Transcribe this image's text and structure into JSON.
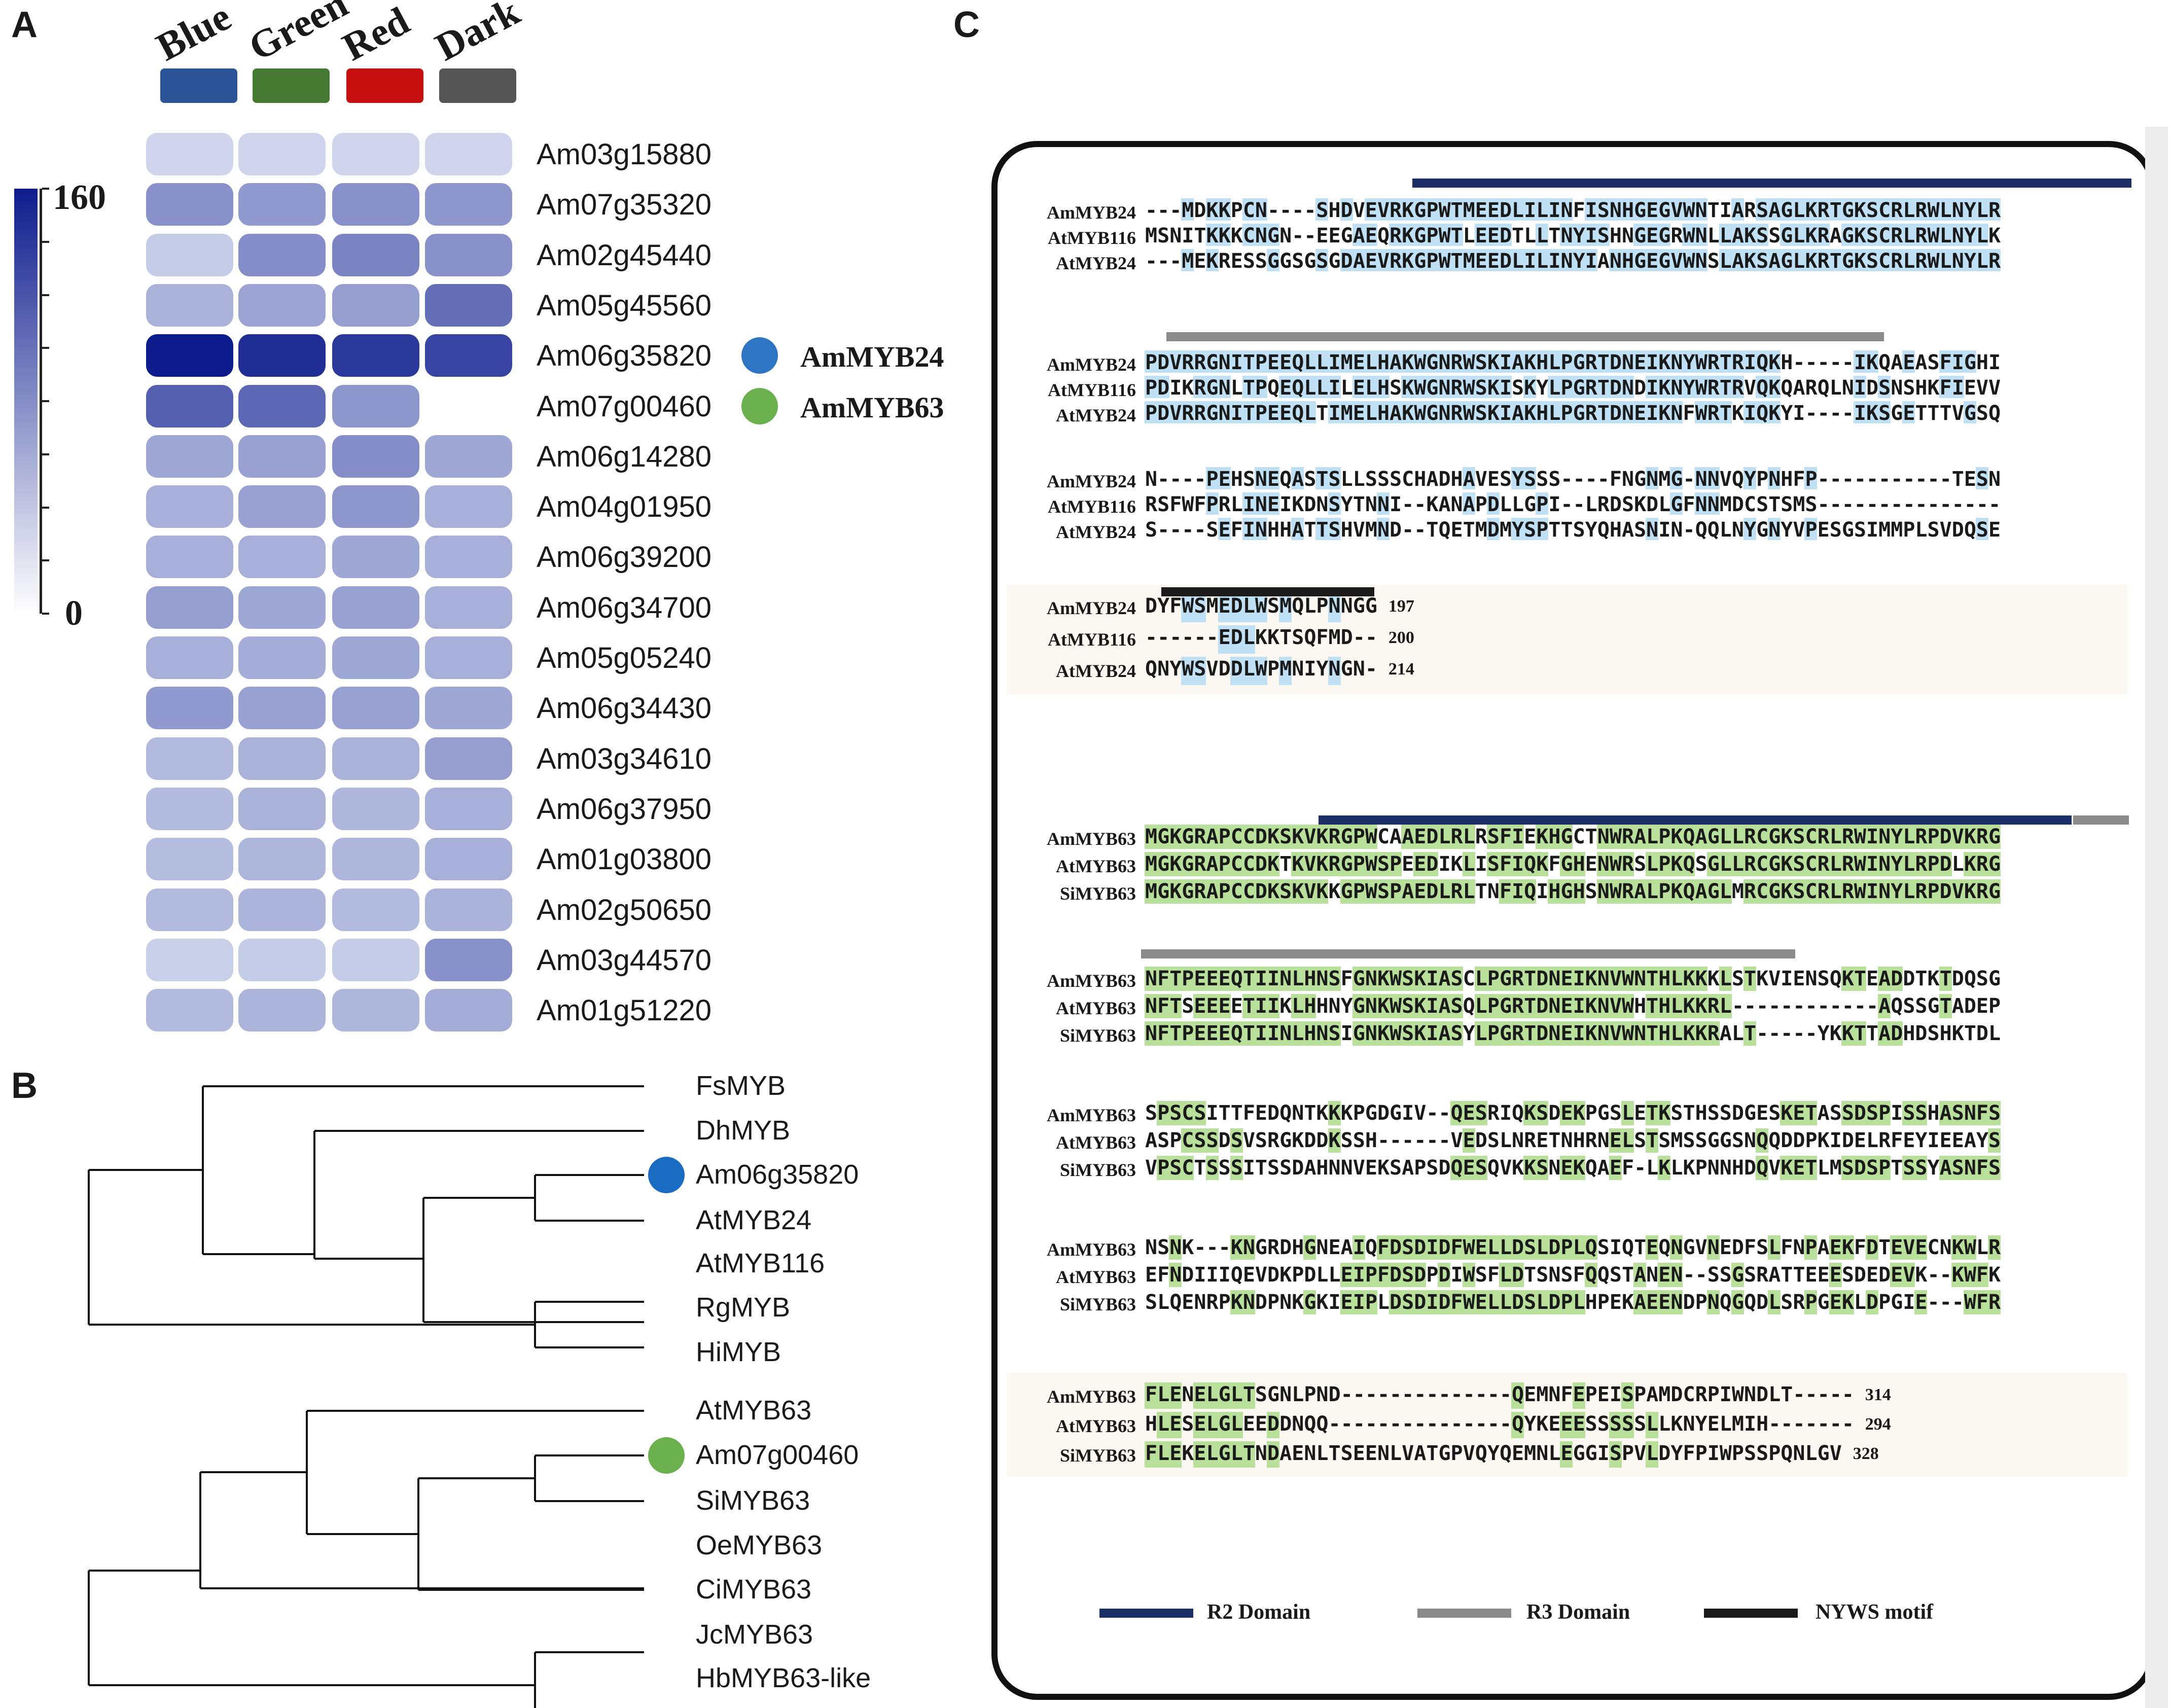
{
  "panels": {
    "a": "A",
    "b": "B",
    "c": "C"
  },
  "heatmap": {
    "conditions": [
      {
        "label": "Blue",
        "color": "#2c5597"
      },
      {
        "label": "Green",
        "color": "#467a32"
      },
      {
        "label": "Red",
        "color": "#c80f0f"
      },
      {
        "label": "Dark",
        "color": "#555555"
      }
    ],
    "scale": {
      "max": "160",
      "min": "0",
      "max_value": 160,
      "min_value": 0,
      "high_color": "#0d1c8c",
      "low_color": "#ffffff"
    },
    "genes": [
      {
        "name": "Am03g15880",
        "values": [
          14,
          14,
          14,
          14
        ]
      },
      {
        "name": "Am07g35320",
        "values": [
          62,
          55,
          62,
          58
        ]
      },
      {
        "name": "Am02g45440",
        "values": [
          20,
          65,
          72,
          62
        ]
      },
      {
        "name": "Am05g45560",
        "values": [
          38,
          48,
          52,
          90
        ]
      },
      {
        "name": "Am06g35820",
        "values": [
          160,
          145,
          135,
          125
        ],
        "marker": "AmMYB24",
        "marker_color": "#2e75c4"
      },
      {
        "name": "Am07g00460",
        "values": [
          102,
          95,
          58,
          0
        ],
        "marker": "AmMYB63",
        "marker_color": "#6ab04c"
      },
      {
        "name": "Am06g14280",
        "values": [
          45,
          50,
          65,
          45
        ]
      },
      {
        "name": "Am04g01950",
        "values": [
          40,
          50,
          58,
          40
        ]
      },
      {
        "name": "Am06g39200",
        "values": [
          40,
          40,
          45,
          40
        ]
      },
      {
        "name": "Am06g34700",
        "values": [
          52,
          45,
          50,
          40
        ]
      },
      {
        "name": "Am05g05240",
        "values": [
          40,
          42,
          45,
          40
        ]
      },
      {
        "name": "Am06g34430",
        "values": [
          55,
          50,
          50,
          45
        ]
      },
      {
        "name": "Am03g34610",
        "values": [
          32,
          38,
          38,
          52
        ]
      },
      {
        "name": "Am06g37950",
        "values": [
          32,
          38,
          34,
          40
        ]
      },
      {
        "name": "Am01g03800",
        "values": [
          30,
          35,
          34,
          40
        ]
      },
      {
        "name": "Am02g50650",
        "values": [
          32,
          36,
          32,
          38
        ]
      },
      {
        "name": "Am03g44570",
        "values": [
          18,
          20,
          20,
          62
        ]
      },
      {
        "name": "Am01g51220",
        "values": [
          32,
          36,
          34,
          42
        ]
      }
    ]
  },
  "tree": {
    "leaves": [
      {
        "label": "FsMYB"
      },
      {
        "label": "DhMYB"
      },
      {
        "label": "Am06g35820",
        "marker_color": "#1a6bc2"
      },
      {
        "label": "AtMYB24"
      },
      {
        "label": "AtMYB116"
      },
      {
        "label": "RgMYB"
      },
      {
        "label": "HiMYB"
      },
      {
        "label": "AtMYB63"
      },
      {
        "label": "Am07g00460",
        "marker_color": "#6ab04c"
      },
      {
        "label": "SiMYB63"
      },
      {
        "label": "OeMYB63"
      },
      {
        "label": "CiMYB63"
      },
      {
        "label": "JcMYB63"
      },
      {
        "label": "HbMYB63-like"
      }
    ]
  },
  "alignment": {
    "blocks": [
      {
        "rows": [
          {
            "name": "AmMYB24",
            "seq": "---MDKKPCN----SHDVEVRKGPWTMEEDLILINFISNHGEGVWNTIARSAGLKRTGKSCRLRWLNYLR"
          },
          {
            "name": "AtMYB116",
            "seq": "MSNITKKKCNGN--EEGAEQRKGPWTLEEDTLLTNYISHNGEGRWNLLAKSSGLKRAGKSCRLRWLNYLK"
          },
          {
            "name": "AtMYB24",
            "seq": "---MEKRESSGGSGSGDAEVRKGPWTMEEDLILINYIANHGEGVWNSLAKSAGLKRTGKSCRLRWLNYLR"
          }
        ]
      },
      {
        "rows": [
          {
            "name": "AmMYB24",
            "seq": "PDVRRGNITPEEQLLIMELHAKWGNRWSKIAKHLPGRTDNEIKNYWRTRIQKH-----IKQAEASFIGHI"
          },
          {
            "name": "AtMYB116",
            "seq": "PDIKRGNLTPQEQLLILELHSKWGNRWSKISKYLPGRTDNDIKNYWRTRVQKQARQLNIDSNSHKFIEVV"
          },
          {
            "name": "AtMYB24",
            "seq": "PDVRRGNITPEEQLTIMELHAKWGNRWSKIAKHLPGRTDNEIKNFWRTKIQKYI----IKSGETTTVGSQ"
          }
        ]
      },
      {
        "rows": [
          {
            "name": "AmMYB24",
            "seq": "N----PEHSNEQASTSLLSSSCHADHAVESYSSS----FNGNMG-NNVQYPNHFP-----------TESN"
          },
          {
            "name": "AtMYB116",
            "seq": "RSFWFPRLINEIKDNSYTNNI--KANAPDLLGPI--LRDSKDLGFNNMDCSTSMS---------------"
          },
          {
            "name": "AtMYB24",
            "seq": "S----SEFINHHATTSHVMND--TQETMDMYSPTTSYQHASNIN-QQLNYGNYVPESGSIMMPLSVDQSE"
          }
        ]
      },
      {
        "rows": [
          {
            "name": "AmMYB24",
            "seq": "DYFWSMEDLWSMQLPNNGG",
            "end": "197"
          },
          {
            "name": "AtMYB116",
            "seq": "------EDLKKTSQFMD--",
            "end": "200"
          },
          {
            "name": "AtMYB24",
            "seq": "QNYWSVDDLWPMNIYNGN-",
            "end": "214"
          }
        ]
      },
      {
        "rows": [
          {
            "name": "AmMYB63",
            "seq": "MGKGRAPCCDKSKVKRGPWCAAEDLRLRSFIEKHGCTNWRALPKQAGLLRCGKSCRLRWINYLRPDVKRG"
          },
          {
            "name": "AtMYB63",
            "seq": "MGKGRAPCCDKTKVKRGPWSPEEDIKLISFIQKFGHENWRSLPKQSGLLRCGKSCRLRWINYLRPDLKRG"
          },
          {
            "name": "SiMYB63",
            "seq": "MGKGRAPCCDKSKVKKGPWSPAEDLRLTNFIQIHGHSNWRALPKQAGLMRCGKSCRLRWINYLRPDVKRG"
          }
        ]
      },
      {
        "rows": [
          {
            "name": "AmMYB63",
            "seq": "NFTPEEEQTIINLHNSFGNKWSKIASCLPGRTDNEIKNVWNTHLKKKLSTKVIENSQKTEADDTKTDQSG"
          },
          {
            "name": "AtMYB63",
            "seq": "NFTSEEEETIIKLHHNYGNKWSKIASQLPGRTDNEIKNVWHTHLKKRL------------AQSSGTADEP"
          },
          {
            "name": "SiMYB63",
            "seq": "NFTPEEEQTIINLHNSIGNKWSKIASYLPGRTDNEIKNVWNTHLKKRALT-----YKKTTADHDSHKTDL"
          }
        ]
      },
      {
        "rows": [
          {
            "name": "AmMYB63",
            "seq": "SPSCSITTFEDQNTKKKPGDGIV--QESRIQKSDEKPGSLETKSTHSSDGESKETASSDSPISSHASNFS"
          },
          {
            "name": "AtMYB63",
            "seq": "ASPCSSDSVSRGKDDKSSH------VEDSLNRETNHRNELSTSMSSGGSNQQDDPKIDELRFEYIEEAYS"
          },
          {
            "name": "SiMYB63",
            "seq": "VPSCTSSSITSSDAHNNVEKSAPSDQESQVKKSNEKQAEF-LKLKPNNHDQVKETLMSDSPTSSYASNFS"
          }
        ]
      },
      {
        "rows": [
          {
            "name": "AmMYB63",
            "seq": "NSNK---KNGRDHGNEAIQFDSDIDFWELLDSLDPLQSIQTEQNGVNEDFSLFNPAEKFDTEVECNKWLR"
          },
          {
            "name": "AtMYB63",
            "seq": "EFNDIIIQEVDKPDLLEIPFDSDPDIWSFLDTSNSFQQSTANEN--SSGSRATTEEESDEDEVK--KWFK"
          },
          {
            "name": "SiMYB63",
            "seq": "SLQENRPKNDPNKGKIEIPLDSDIDFWELLDSLDPLHPEKAEENDPNQGQDLSRPGEKLDPGIE---WFR"
          }
        ]
      },
      {
        "rows": [
          {
            "name": "AmMYB63",
            "seq": "FLENELGLTSGNLPND--------------QEMNFEPEISPAMDCRPIWNDLT-----",
            "end": "314"
          },
          {
            "name": "AtMYB63",
            "seq": "HLESELGLEEDDNQQ---------------QYKEEESSSSSLLKNYELMIH-------",
            "end": "294"
          },
          {
            "name": "SiMYB63",
            "seq": "FLEKELGLTNDAENLTSEENLVATGPVQYQEMNLEGGISPVLDYFPIWPSSPQNLGV",
            "end": "328"
          }
        ]
      }
    ],
    "legend": [
      {
        "label": "R2 Domain",
        "color": "#1b2f66"
      },
      {
        "label": "R3 Domain",
        "color": "#8a8a8a"
      },
      {
        "label": "NYWS motif",
        "color": "#1a1a1a"
      }
    ]
  }
}
